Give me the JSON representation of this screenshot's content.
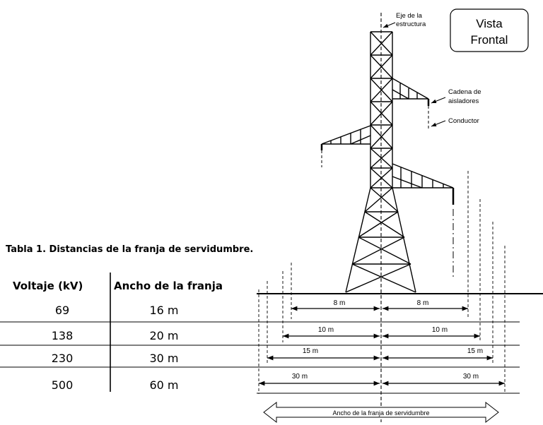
{
  "view_box": {
    "line1": "Vista",
    "line2": "Frontal"
  },
  "callouts": {
    "axis_line1": "Eje de la",
    "axis_line2": "estructura",
    "insulator_line1": "Cadena de",
    "insulator_line2": "aisladores",
    "conductor": "Conductor"
  },
  "table": {
    "caption": "Tabla 1. Distancias de la franja de servidumbre.",
    "headers": [
      "Voltaje (kV)",
      "Ancho de la franja"
    ],
    "rows": [
      {
        "voltage": "69",
        "width": "16 m",
        "half": "8 m"
      },
      {
        "voltage": "138",
        "width": "20 m",
        "half": "10 m"
      },
      {
        "voltage": "230",
        "width": "30 m",
        "half": "15 m"
      },
      {
        "voltage": "500",
        "width": "60 m",
        "half": "30 m"
      }
    ]
  },
  "bottom_arrow_label": "Ancho de la franja de servidumbre"
}
